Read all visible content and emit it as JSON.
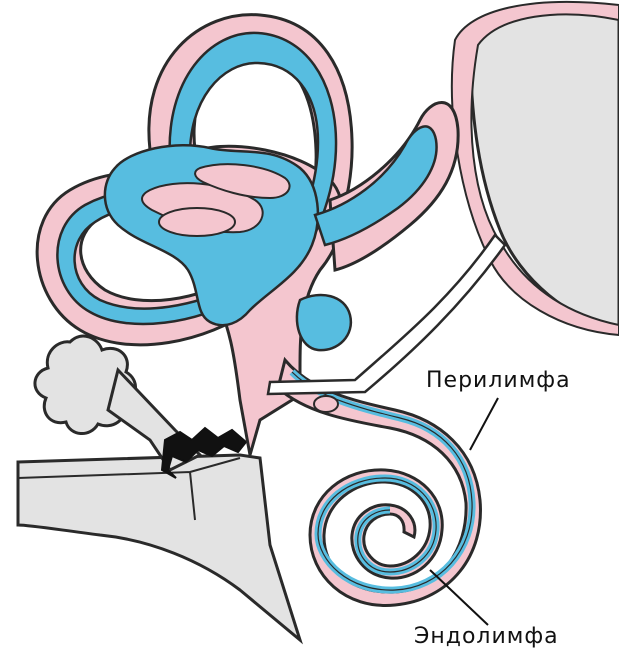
{
  "labels": {
    "perilymph": "Перилимфа",
    "endolymph": "Эндолимфа"
  },
  "colors": {
    "perilymph_fill": "#f4c6cf",
    "endolymph_fill": "#57bde0",
    "bone_fill": "#e3e3e3",
    "outline": "#2a2a2a",
    "background": "#ffffff"
  },
  "icons": {
    "ossicle": "stapes-shape",
    "vestibule_sac": "saccule-shape"
  }
}
